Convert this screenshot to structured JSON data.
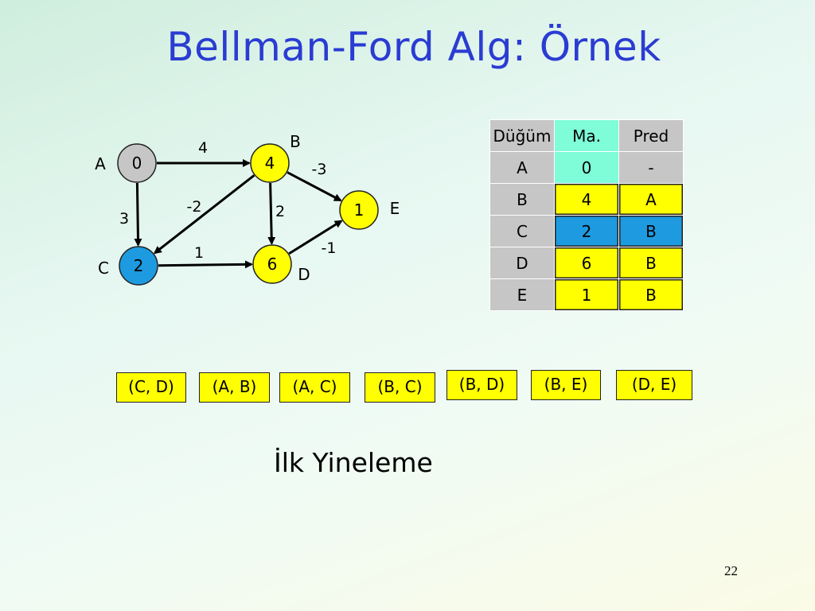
{
  "title": "Bellman-Ford Alg: Örnek",
  "graph": {
    "nodes": [
      {
        "id": "A",
        "label": "A",
        "value": "0",
        "fill": "#c6c6c6"
      },
      {
        "id": "B",
        "label": "B",
        "value": "4",
        "fill": "#ffff00"
      },
      {
        "id": "C",
        "label": "C",
        "value": "2",
        "fill": "#1e9ae0"
      },
      {
        "id": "D",
        "label": "D",
        "value": "6",
        "fill": "#ffff00"
      },
      {
        "id": "E",
        "label": "E",
        "value": "1",
        "fill": "#ffff00"
      }
    ],
    "edges": [
      {
        "from": "A",
        "to": "B",
        "weight": "4"
      },
      {
        "from": "A",
        "to": "C",
        "weight": "3"
      },
      {
        "from": "B",
        "to": "C",
        "weight": "-2"
      },
      {
        "from": "B",
        "to": "D",
        "weight": "2"
      },
      {
        "from": "B",
        "to": "E",
        "weight": "-3"
      },
      {
        "from": "C",
        "to": "D",
        "weight": "1"
      },
      {
        "from": "D",
        "to": "E",
        "weight": "-1"
      }
    ]
  },
  "table": {
    "headers": [
      "Düğüm",
      "Ma.",
      "Pred"
    ],
    "header_colors": [
      "#c6c6c6",
      "#7ffcd8",
      "#c6c6c6"
    ],
    "rows": [
      {
        "node": "A",
        "dist": "0",
        "pred": "-",
        "dist_color": "#7ffcd8",
        "pred_color": "#c6c6c6"
      },
      {
        "node": "B",
        "dist": "4",
        "pred": "A",
        "dist_color": "#ffff00",
        "pred_color": "#ffff00"
      },
      {
        "node": "C",
        "dist": "2",
        "pred": "B",
        "dist_color": "#1e9ae0",
        "pred_color": "#1e9ae0"
      },
      {
        "node": "D",
        "dist": "6",
        "pred": "B",
        "dist_color": "#ffff00",
        "pred_color": "#ffff00"
      },
      {
        "node": "E",
        "dist": "1",
        "pred": "B",
        "dist_color": "#ffff00",
        "pred_color": "#ffff00"
      }
    ]
  },
  "edge_order": [
    "(C, D)",
    "(A, B)",
    "(A, C)",
    "(B, C)",
    "(B, D)",
    "(B, E)",
    "(D, E)"
  ],
  "caption": "İlk Yineleme",
  "page_number": "22",
  "colors": {
    "title": "#2a3cd2",
    "highlight_yellow": "#ffff00",
    "highlight_blue": "#1e9ae0",
    "highlight_teal": "#7ffcd8",
    "gray": "#c6c6c6"
  }
}
